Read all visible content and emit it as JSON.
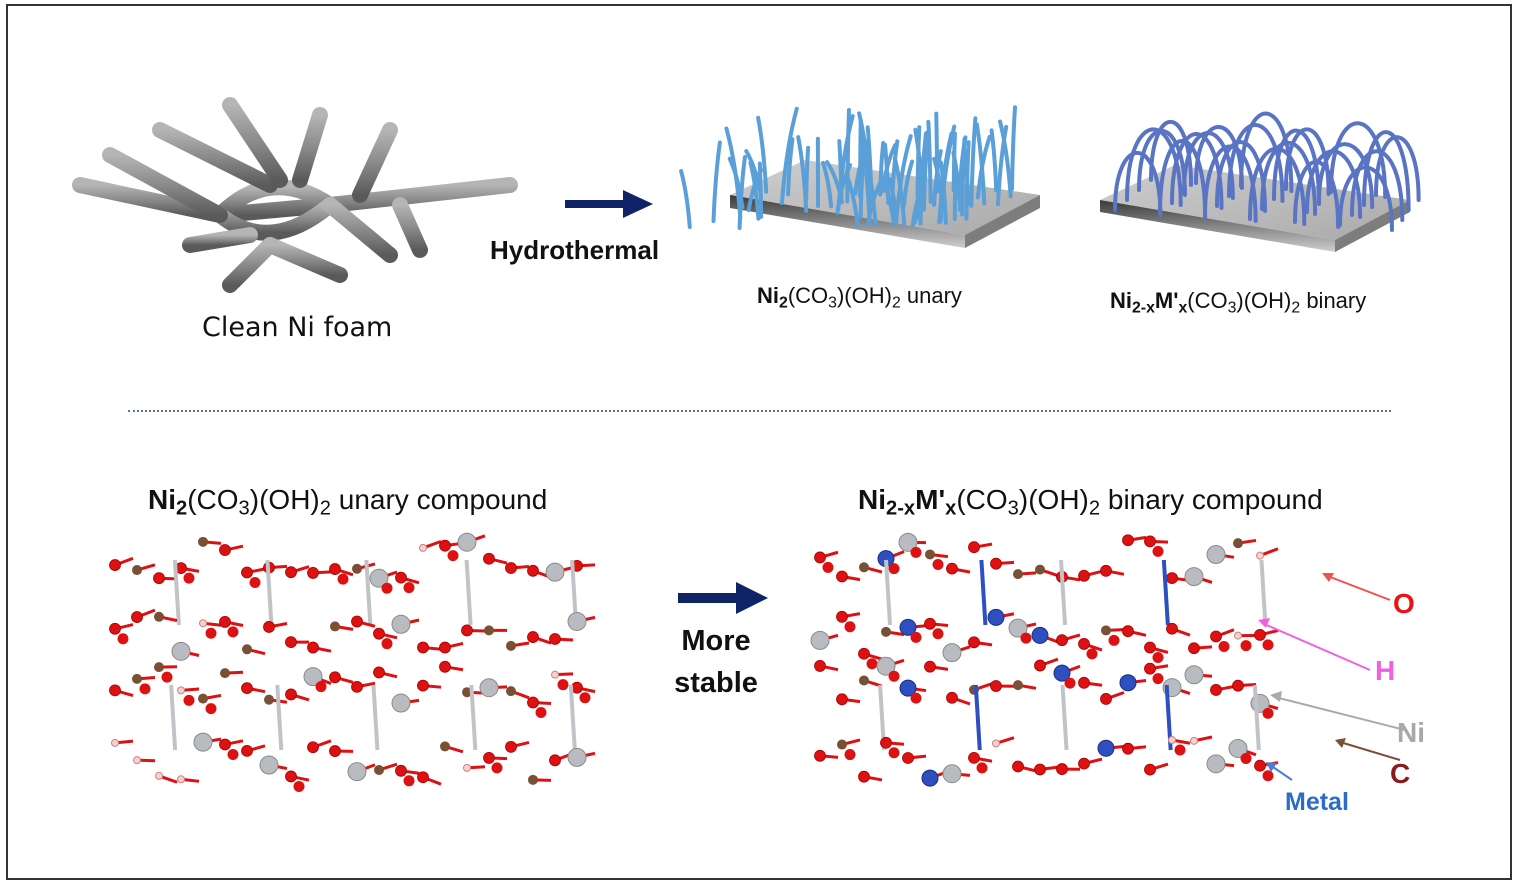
{
  "top_panel": {
    "foam_label": "Clean Ni foam",
    "process_label": "Hydrothermal",
    "unary_label": {
      "main": "Ni",
      "sub1": "2",
      "mid": "(CO",
      "sub2": "3",
      "mid2": ")(OH)",
      "sub3": "2",
      "tail": " unary"
    },
    "binary_label": {
      "main": "Ni",
      "sub1": "2-x",
      "main2": "M'",
      "sub1b": "x",
      "mid": "(CO",
      "sub2": "3",
      "mid2": ")(OH)",
      "sub3": "2",
      "tail": " binary"
    }
  },
  "bottom_panel": {
    "unary_title": {
      "main": "Ni",
      "sub1": "2",
      "mid": "(CO",
      "sub2": "3",
      "mid2": ")(OH)",
      "sub3": "2",
      "tail": " unary compound"
    },
    "binary_title": {
      "main": "Ni",
      "sub1": "2-x",
      "main2": "M'",
      "sub1b": "x",
      "mid": "(CO",
      "sub2": "3",
      "mid2": ")(OH)",
      "sub3": "2",
      "tail": " binary compound"
    },
    "arrow_label_line1": "More",
    "arrow_label_line2": "stable",
    "legend": [
      {
        "label": "O",
        "color": "#ee1111"
      },
      {
        "label": "H",
        "color": "#f060e0"
      },
      {
        "label": "Ni",
        "color": "#a8a8a8"
      },
      {
        "label": "C",
        "color": "#8b1a1a"
      },
      {
        "label": "Metal",
        "color": "#2a6cc8"
      }
    ]
  },
  "colors": {
    "arrow": "#0f2466",
    "oxygen": "#dd1111",
    "carbon": "#7a5034",
    "nickel": "#b8bcc0",
    "metal": "#2d4fc0",
    "hydrogen": "#f4d0d0",
    "unary_wire": "#5a9fd8",
    "binary_wire": "#5a74c4"
  }
}
